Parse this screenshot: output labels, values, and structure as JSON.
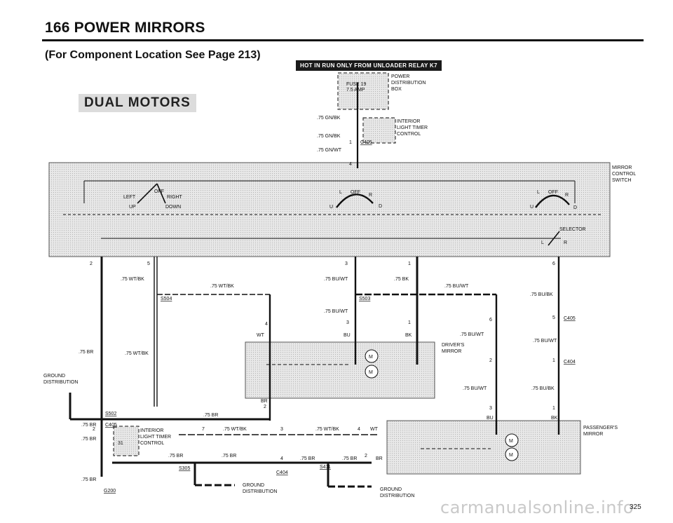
{
  "header": {
    "page_title": "166  POWER MIRRORS",
    "subtitle": "(For Component Location See Page 213)",
    "section_label": "DUAL MOTORS",
    "hot_banner": "HOT IN RUN ONLY FROM UNLOADER RELAY K7",
    "page_number": "325",
    "watermark": "carmanualsonline.info"
  },
  "components": {
    "fuse": "FUSE 19",
    "fuse_amp": "7.5 AMP",
    "power_dist": [
      "POWER",
      "DISTRIBUTION",
      "BOX"
    ],
    "interior_timer": [
      "INTERIOR",
      "LIGHT TIMER",
      "CONTROL"
    ],
    "mirror_switch": [
      "MIRROR",
      "CONTROL",
      "SWITCH"
    ],
    "drivers_mirror": [
      "DRIVER'S",
      "MIRROR"
    ],
    "passengers_mirror": [
      "PASSENGER'S",
      "MIRROR"
    ],
    "interior_timer_2": [
      "INTERIOR",
      "LIGHT TIMER",
      "CONTROL"
    ],
    "ground_distribution": [
      "GROUND",
      "DISTRIBUTION"
    ],
    "ground_1": [
      "GROUND",
      "DISTRIBUTION"
    ],
    "ground_2": [
      "GROUND",
      "DISTRIBUTION"
    ]
  },
  "switch_labels": {
    "off_1": "OFF",
    "left": "LEFT",
    "right": "RIGHT",
    "up": "UP",
    "down": "DOWN",
    "l_2": "L",
    "off_2": "OFF",
    "r_2": "R",
    "u_2": "U",
    "d_2": "D",
    "l_3": "L",
    "off_3": "OFF",
    "r_3": "R",
    "u_3": "U",
    "d_3": "D",
    "selector": "SELECTOR",
    "l_sel": "L",
    "r_sel": "R"
  },
  "connectors": {
    "c405": "C405",
    "c405_b": "C405",
    "c405_c": "C405",
    "c404": "C404",
    "c404_b": "C404",
    "s504": "S504",
    "s503": "S503",
    "s502": "S502",
    "s305": "S305",
    "s411": "S411",
    "g200": "G200"
  },
  "pins": {
    "p4_top": "4",
    "p1_c405": "1",
    "p2": "2",
    "p5": "5",
    "p3": "3",
    "p1": "1",
    "p6": "6",
    "d4": "4",
    "d3": "3",
    "d1": "1",
    "r6": "6",
    "r5": "5",
    "r2": "2",
    "r1": "1",
    "r3": "3",
    "r1b": "1",
    "br2": "2",
    "c2": "2",
    "c31": "31",
    "w7": "7",
    "w3": "3",
    "w4": "4",
    "w4b": "4",
    "w2": "2"
  },
  "wires": {
    "gnbk_1": ".75 GN/BK",
    "gnbk_2": ".75 GN/BK",
    "gnwt": ".75 GN/WT",
    "wtbk_1": ".75 WT/BK",
    "wtbk_2": ".75 WT/BK",
    "wtbk_3": ".75 WT/BK",
    "buwt_1": ".75 BU/WT",
    "buwt_2": ".75 BU/WT",
    "bk_1": ".75 BK",
    "buwt_3": ".75 BU/WT",
    "bubk_1": ".75 BU/BK",
    "buwt_4": ".75 BU/WT",
    "buwt_5": ".75 BU/WT",
    "buwt_6": ".75 BU/WT",
    "bubk_2": ".75 BU/BK",
    "br_1": ".75 BR",
    "br_2": ".75 BR",
    "br_3": ".75 BR",
    "br_4": ".75 BR",
    "br_5": ".75 BR",
    "br_6": ".75 BR",
    "br_7": ".75 BR",
    "br_8": ".75 BR",
    "br_9": ".75 BR",
    "wtbk_4": ".75 WT/BK",
    "wtbk_5": ".75 WT/BK",
    "c_wt": "WT",
    "c_bu": "BU",
    "c_bk": "BK",
    "c_br": "BR",
    "c_bu2": "BU",
    "c_bk2": "BK",
    "c_wt2": "WT",
    "c_br2": "BR"
  },
  "colors": {
    "line": "#111111",
    "shade": "#e4e4e4",
    "banner": "#1a1a1a"
  }
}
